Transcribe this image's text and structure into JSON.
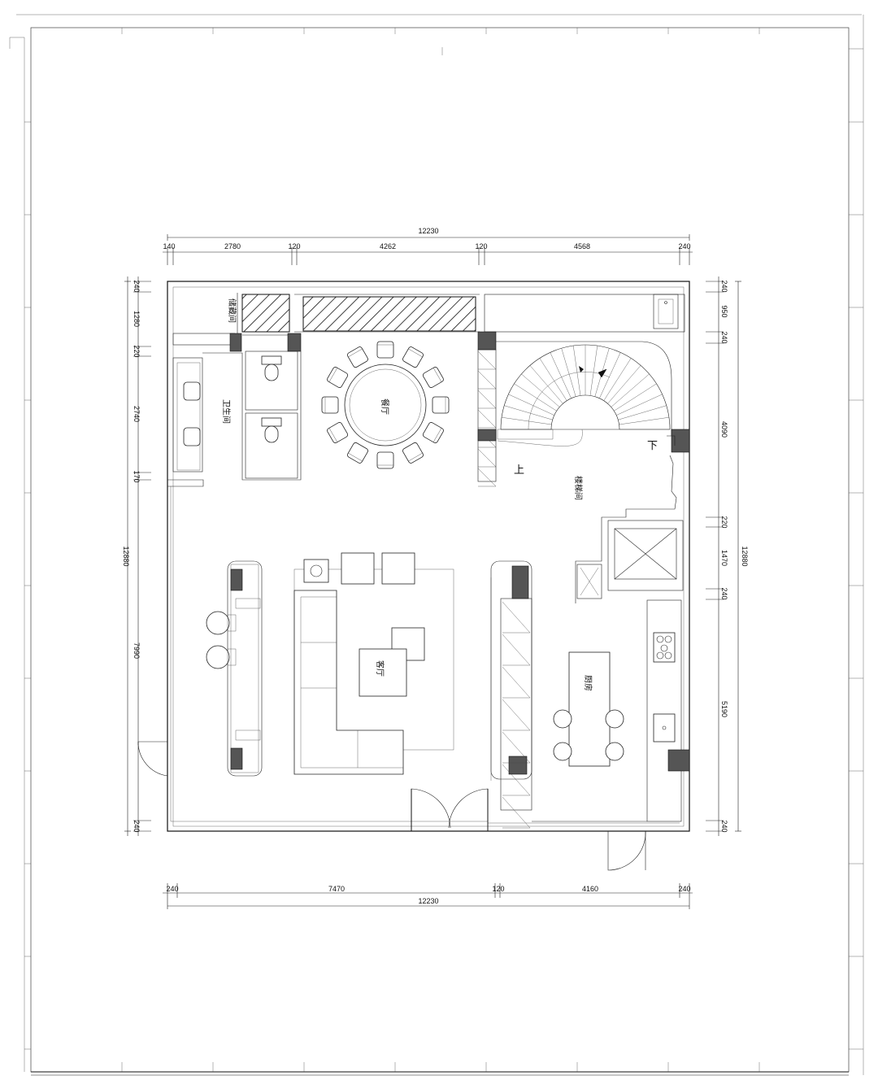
{
  "drawing": {
    "rooms": {
      "storage": "储藏间",
      "bathroom": "卫生间",
      "dining": "餐厅",
      "stair_room": "楼梯间",
      "living": "客厅",
      "kitchen": "厨房"
    },
    "stair_labels": {
      "down": "下",
      "up": "上"
    },
    "dims_top": {
      "total": "12230",
      "segments": [
        "140",
        "2780",
        "120",
        "4262",
        "120",
        "4568",
        "240"
      ]
    },
    "dims_bottom": {
      "total": "12230",
      "segments": [
        "240",
        "7470",
        "120",
        "4160",
        "240"
      ]
    },
    "dims_left": {
      "total": "12880",
      "segments": [
        "240",
        "1280",
        "220",
        "2740",
        "170",
        "7990",
        "240"
      ]
    },
    "dims_right": {
      "total": "12880",
      "segments": [
        "240",
        "950",
        "240",
        "4090",
        "220",
        "1470",
        "240",
        "5190",
        "240"
      ]
    }
  }
}
